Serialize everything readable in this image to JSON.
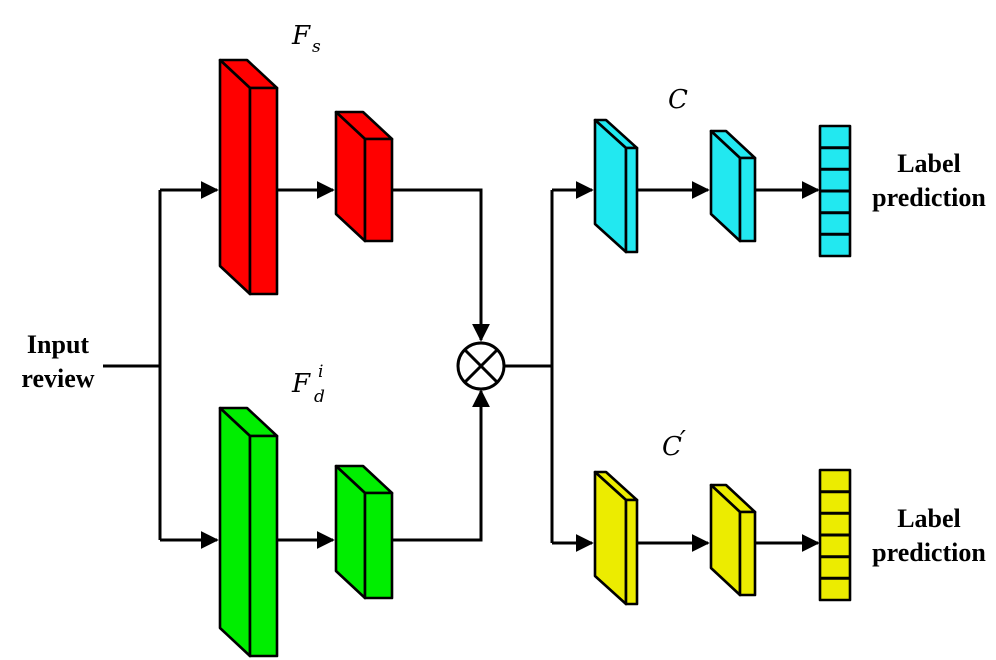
{
  "input": {
    "line1": "Input",
    "line2": "review"
  },
  "shared_extractor": {
    "symbol": "F",
    "subscript": "s",
    "color": "#ff0000"
  },
  "domain_extractor": {
    "symbol": "F",
    "subscript": "d",
    "superscript": "i",
    "color": "#00ee00"
  },
  "combine_operator": "⊗",
  "classifier": {
    "symbol": "C",
    "color": "#22e8f0",
    "output": {
      "line1": "Label",
      "line2": "prediction"
    }
  },
  "classifier_prime": {
    "symbol": "C",
    "prime": "′",
    "color": "#ecec00",
    "output": {
      "line1": "Label",
      "line2": "prediction"
    }
  }
}
